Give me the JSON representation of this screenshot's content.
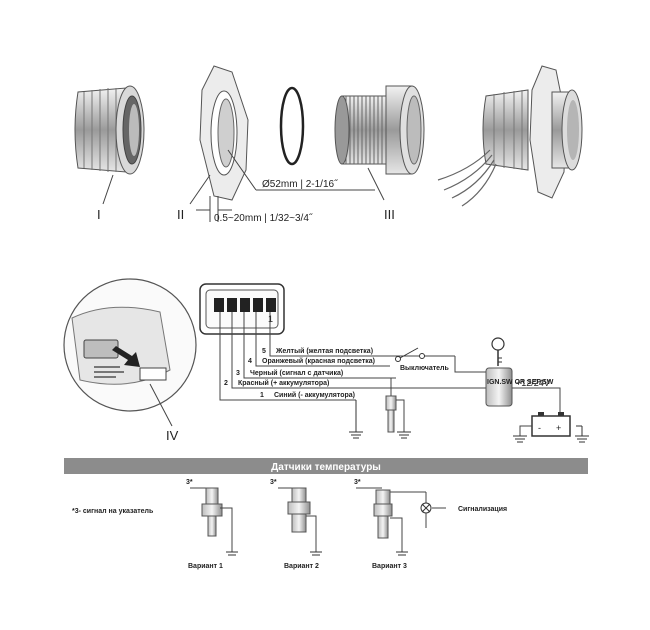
{
  "parts": {
    "label_I": "I",
    "label_II": "II",
    "label_III": "III",
    "label_IV": "IV",
    "diameter": "Ø52mm | 2-1/16˝",
    "thickness": "0.5~20mm | 1/32~3/4˝"
  },
  "wiring": {
    "wires": [
      {
        "num": "5",
        "label": "Желтый (желтая подсветка)"
      },
      {
        "num": "4",
        "label": "Оранжевый (красная подсветка)"
      },
      {
        "num": "3",
        "label": "Черный (сигнал с датчика)"
      },
      {
        "num": "2",
        "label": "Красный (+ аккумулятора)"
      },
      {
        "num": "1",
        "label": "Синий (- аккумулятора)"
      }
    ],
    "switch_label": "Выключатель",
    "ign_label": "IGN.SW OR SEP.SW",
    "voltage": "+12/24V",
    "connector_pin1": "1",
    "battery_minus": "-",
    "battery_plus": "+"
  },
  "sensors": {
    "banner": "Датчики температуры",
    "note": "*3- сигнал на указатель",
    "pin_mark": "3*",
    "variants": [
      "Вариант 1",
      "Вариант 2",
      "Вариант 3"
    ],
    "alarm": "Сигнализация"
  },
  "colors": {
    "banner_bg": "#8c8c8c",
    "line": "#444444"
  }
}
